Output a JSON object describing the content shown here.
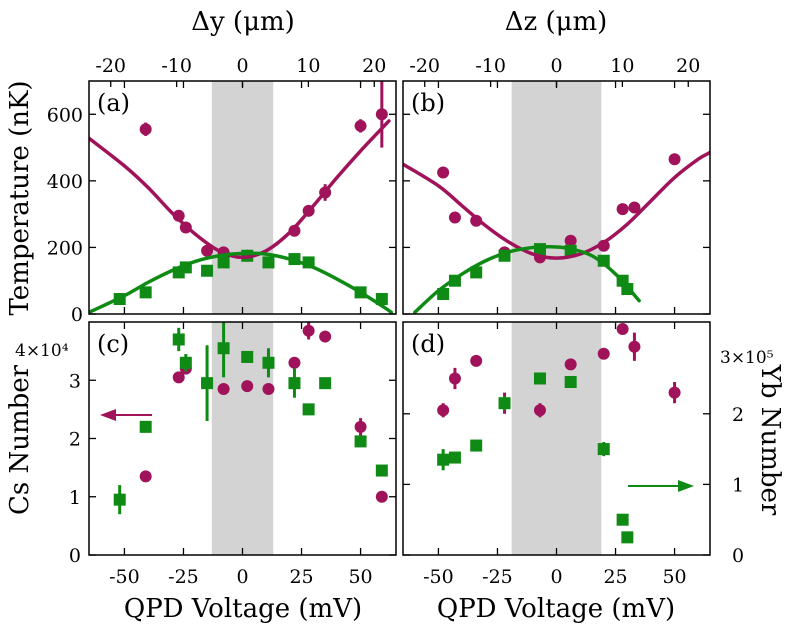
{
  "colors": {
    "yb": "#a0135a",
    "cs": "#0f8a14",
    "band": "#d3d3d3"
  },
  "top_axes": [
    {
      "label": "Δy (μm)",
      "ticks": [
        "-20",
        "-10",
        "0",
        "10",
        "20"
      ]
    },
    {
      "label": "Δz (μm)",
      "ticks": [
        "-20",
        "-10",
        "0",
        "10",
        "20"
      ]
    }
  ],
  "bottom_axes": [
    {
      "label": "QPD Voltage (mV)",
      "ticks": [
        "-50",
        "-25",
        "0",
        "25",
        "50"
      ]
    },
    {
      "label": "QPD Voltage (mV)",
      "ticks": [
        "-50",
        "-25",
        "0",
        "25",
        "50"
      ]
    }
  ],
  "left_axes": {
    "top": {
      "label": "Temperature (nK)",
      "ticks": [
        "0",
        "200",
        "400",
        "600"
      ]
    },
    "bottom": {
      "label": "Cs Number",
      "ticks": [
        "0",
        "1",
        "2",
        "3"
      ],
      "exponent_text": "4×10⁴"
    }
  },
  "right_axis": {
    "label": "Yb Number",
    "ticks": [
      "0",
      "1",
      "2"
    ],
    "exponent_text": "3×10⁵"
  },
  "panel_labels": [
    "(a)",
    "(b)",
    "(c)",
    "(d)"
  ],
  "chart_data": [
    {
      "panel": "(a)",
      "type": "scatter",
      "xlabel": "QPD Voltage (mV)",
      "ylabel": "Temperature (nK)",
      "xlim": [
        -65,
        65
      ],
      "ylim": [
        0,
        700
      ],
      "top_xlabel": "Δy (μm)",
      "top_xlim": [
        -23.3,
        23.3
      ],
      "shaded_x_range": [
        -13,
        13
      ],
      "series": [
        {
          "marker": "circle",
          "color": "yb",
          "x": [
            -41,
            -27,
            -24,
            -15,
            -8,
            2,
            22,
            28,
            35,
            50,
            59
          ],
          "y": [
            555,
            295,
            260,
            190,
            185,
            175,
            250,
            310,
            365,
            565,
            600
          ],
          "yerr": [
            20,
            10,
            10,
            8,
            8,
            8,
            10,
            15,
            25,
            20,
            100
          ]
        },
        {
          "marker": "square",
          "color": "cs",
          "x": [
            -52,
            -41,
            -27,
            -24,
            -15,
            -8,
            2,
            11,
            22,
            28,
            50,
            59
          ],
          "y": [
            45,
            65,
            125,
            140,
            130,
            155,
            175,
            155,
            165,
            155,
            65,
            45
          ],
          "yerr": [
            10,
            10,
            15,
            12,
            10,
            10,
            12,
            10,
            10,
            10,
            10,
            8
          ]
        },
        {
          "curve": "fit",
          "color": "yb",
          "x": [
            -65,
            -50,
            -40,
            -30,
            -20,
            -10,
            0,
            10,
            20,
            30,
            40,
            50,
            60,
            62
          ],
          "y": [
            528,
            445,
            380,
            305,
            240,
            190,
            170,
            190,
            245,
            325,
            410,
            490,
            565,
            580
          ]
        },
        {
          "curve": "fit",
          "color": "cs",
          "x": [
            -65,
            -50,
            -40,
            -30,
            -20,
            -10,
            0,
            10,
            20,
            30,
            40,
            50,
            60,
            63
          ],
          "y": [
            5,
            55,
            95,
            130,
            158,
            175,
            182,
            180,
            165,
            140,
            105,
            65,
            20,
            5
          ]
        }
      ]
    },
    {
      "panel": "(b)",
      "type": "scatter",
      "xlabel": "QPD Voltage (mV)",
      "xlim": [
        -65,
        65
      ],
      "ylim": [
        0,
        700
      ],
      "top_xlabel": "Δz (μm)",
      "top_xlim": [
        -23.3,
        23.3
      ],
      "shaded_x_range": [
        -19,
        19
      ],
      "series": [
        {
          "marker": "circle",
          "color": "yb",
          "x": [
            -48,
            -43,
            -34,
            -22,
            -7,
            6,
            20,
            28,
            33,
            50
          ],
          "y": [
            425,
            290,
            280,
            185,
            170,
            220,
            205,
            315,
            320,
            465
          ],
          "yerr": [
            10,
            10,
            10,
            8,
            8,
            8,
            10,
            15,
            15,
            12
          ]
        },
        {
          "marker": "square",
          "color": "cs",
          "x": [
            -48,
            -43,
            -34,
            -22,
            -7,
            6,
            20,
            28,
            30
          ],
          "y": [
            60,
            100,
            125,
            175,
            195,
            190,
            160,
            100,
            75
          ],
          "yerr": [
            10,
            10,
            10,
            10,
            10,
            10,
            10,
            10,
            10
          ]
        },
        {
          "curve": "fit",
          "color": "yb",
          "x": [
            -65,
            -50,
            -40,
            -30,
            -20,
            -10,
            0,
            10,
            20,
            30,
            40,
            50,
            60,
            65
          ],
          "y": [
            450,
            385,
            325,
            265,
            215,
            180,
            168,
            180,
            215,
            270,
            340,
            410,
            465,
            485
          ]
        },
        {
          "curve": "fit",
          "color": "cs",
          "x": [
            -60,
            -50,
            -40,
            -30,
            -20,
            -10,
            -3,
            5,
            15,
            25,
            35
          ],
          "y": [
            5,
            70,
            120,
            160,
            187,
            200,
            202,
            197,
            175,
            120,
            40
          ]
        }
      ]
    },
    {
      "panel": "(c)",
      "type": "scatter",
      "xlabel": "QPD Voltage (mV)",
      "ylabel": "Cs Number",
      "xlim": [
        -65,
        65
      ],
      "ylim": [
        0,
        4
      ],
      "y_scale_factor": "4×10⁴",
      "shaded_x_range": [
        -13,
        13
      ],
      "annotations": [
        "arrow pointing left (Yb series uses left axis)"
      ],
      "series": [
        {
          "marker": "circle",
          "color": "yb",
          "x": [
            -41,
            -27,
            -24,
            -15,
            -8,
            2,
            11,
            22,
            28,
            35,
            50,
            59
          ],
          "y": [
            1.35,
            3.05,
            3.2,
            2.95,
            2.85,
            2.9,
            2.85,
            3.3,
            3.85,
            3.75,
            2.2,
            1.0
          ],
          "yerr": [
            0,
            0,
            0,
            0,
            0,
            0,
            0,
            0.05,
            0.15,
            0,
            0.15,
            0
          ]
        },
        {
          "marker": "square",
          "color": "cs",
          "x": [
            -52,
            -41,
            -27,
            -24,
            -15,
            -8,
            2,
            11,
            22,
            28,
            35,
            50,
            59
          ],
          "y": [
            0.95,
            2.2,
            3.7,
            3.3,
            2.95,
            3.55,
            3.4,
            3.3,
            2.95,
            2.5,
            2.95,
            1.95,
            1.45
          ],
          "yerr": [
            0.25,
            0,
            0.2,
            0.15,
            0.65,
            0.5,
            0.1,
            0.25,
            0.25,
            0,
            0,
            0,
            0
          ]
        }
      ]
    },
    {
      "panel": "(d)",
      "type": "scatter",
      "xlabel": "QPD Voltage (mV)",
      "ylabel": "Yb Number",
      "xlim": [
        -65,
        65
      ],
      "ylim": [
        0,
        3.3
      ],
      "y_scale_factor": "3×10⁵",
      "shaded_x_range": [
        -19,
        19
      ],
      "annotations": [
        "arrow pointing right (Cs series uses right axis)"
      ],
      "series": [
        {
          "marker": "circle",
          "color": "yb",
          "x": [
            -48,
            -43,
            -34,
            -22,
            -7,
            6,
            20,
            28,
            33,
            50
          ],
          "y": [
            2.05,
            2.5,
            2.75,
            2.15,
            2.05,
            2.7,
            2.85,
            3.2,
            2.95,
            2.3
          ],
          "yerr": [
            0.1,
            0.15,
            0.07,
            0.15,
            0.1,
            0,
            0,
            0,
            0.2,
            0.15
          ]
        },
        {
          "marker": "square",
          "color": "cs",
          "x": [
            -48,
            -43,
            -34,
            -22,
            -7,
            6,
            20,
            28,
            30
          ],
          "y": [
            1.35,
            1.38,
            1.55,
            2.15,
            2.5,
            2.45,
            1.5,
            0.5,
            0.25
          ],
          "yerr": [
            0.15,
            0.05,
            0,
            0.1,
            0.05,
            0,
            0.1,
            0,
            0
          ]
        }
      ]
    }
  ]
}
